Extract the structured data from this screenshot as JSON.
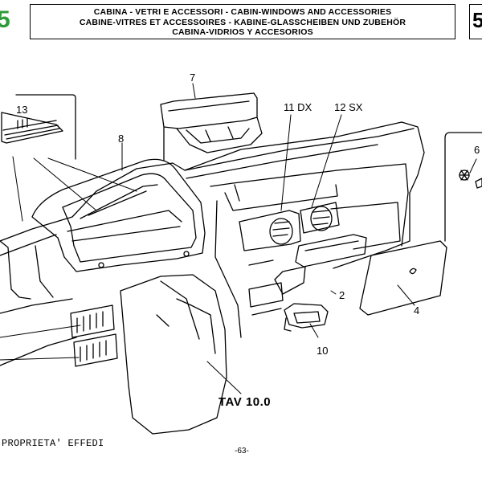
{
  "header": {
    "section_number_left": "5",
    "section_number_right": "5",
    "title_lines": [
      "CABINA - VETRI E ACCESSORI - CABIN-WINDOWS AND ACCESSORIES",
      "CABINE-VITRES ET ACCESSOIRES - KABINE-GLASSCHEIBEN UND ZUBEHÖR",
      "CABINA-VIDRIOS Y ACCESORIOS"
    ]
  },
  "callouts": {
    "c7": "7",
    "c13": "13",
    "c8": "8",
    "c11": "11 DX",
    "c12": "12 SX",
    "c6": "6",
    "c2": "2",
    "c4": "4",
    "c10": "10"
  },
  "plate": "TAV 10.0",
  "footer": {
    "ownership": "PROPRIETA' EFFEDI",
    "page": "-63-"
  },
  "colors": {
    "section_green": "#2e9a3a",
    "line": "#000000"
  }
}
